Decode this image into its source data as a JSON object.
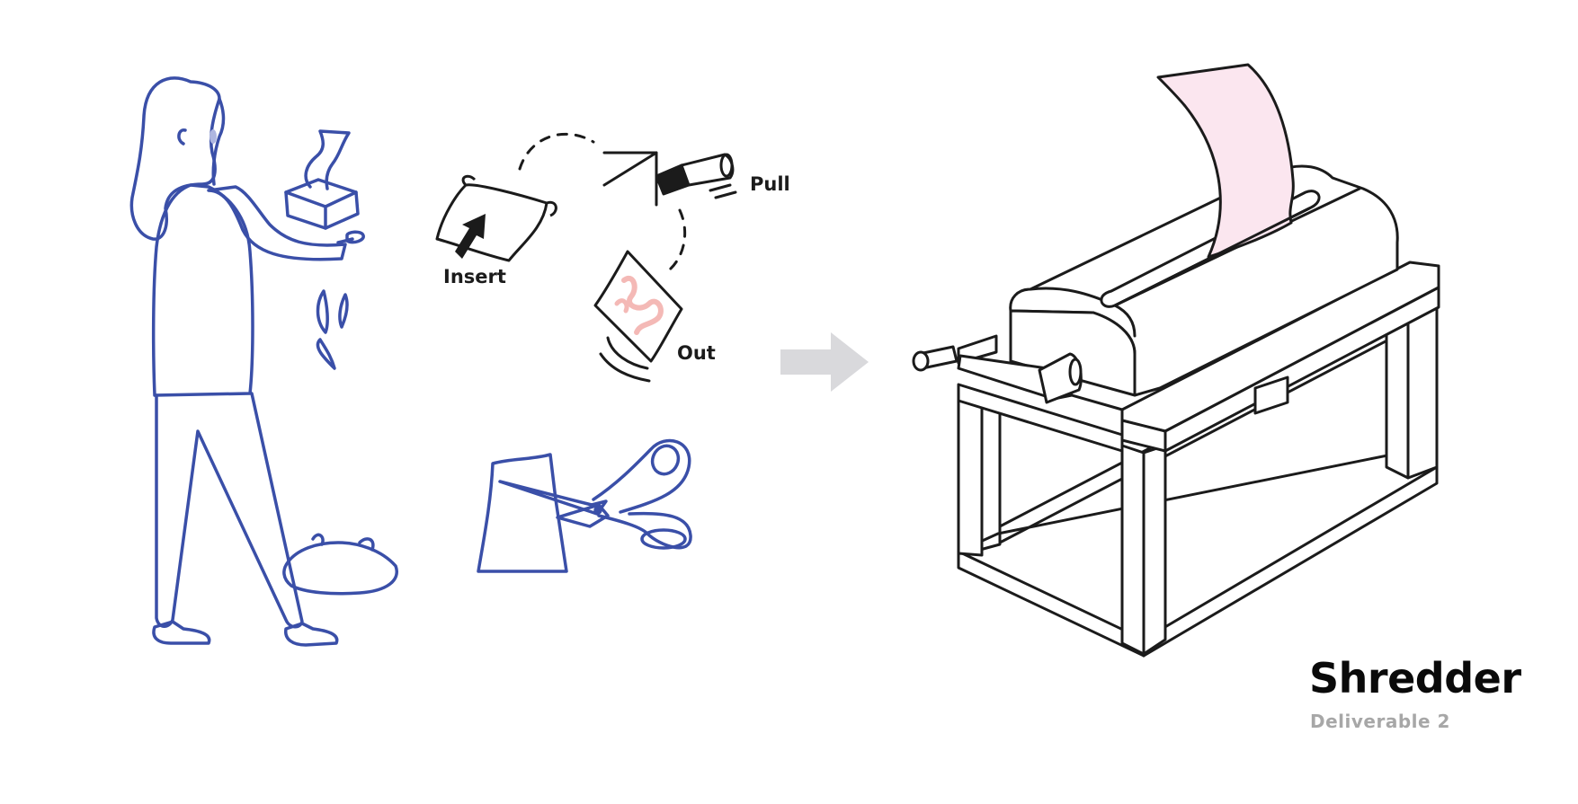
{
  "steps": {
    "insert": "Insert",
    "pull": "Pull",
    "out": "Out"
  },
  "title": "Shredder",
  "subtitle": "Deliverable 2",
  "colors": {
    "background": "#ffffff",
    "sketch_blue": "#3a4fa8",
    "ink": "#1b1b1b",
    "paper_pink": "#fbe6ef",
    "shred_pink": "#f4b9b6",
    "arrow_grey": "#d9d9dc",
    "subtitle_grey": "#a7a7a7"
  },
  "icons": [
    "woman-with-shredder-illustration",
    "scissors-cutting-paper-icon",
    "paper-sheet-icon",
    "crank-handle-icon",
    "shredded-paper-icon",
    "right-arrow-icon",
    "shredder-machine-illustration"
  ]
}
